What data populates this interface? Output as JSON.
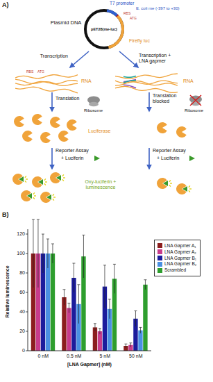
{
  "diagram": {
    "nodes": [
      {
        "text": [
          "pET28(me-luc)"
        ]
      }
    ],
    "labels": [
      "A)",
      "Plasmid DNA",
      "T7 promoter",
      "E. coli me (-397 to +30)",
      "RBS",
      "ATG",
      "Firefly luc",
      "Transcription",
      "Transcription + LNA gapmer",
      "RBS",
      "ATG",
      "RNA",
      "RNA",
      "Translation",
      "Ribosome",
      "Translation blocked",
      "Ribosome",
      "Luciferase",
      "Reporter Assay",
      "+ Luciferin",
      "Reporter Assay",
      "+ Luciferin",
      "Oxy-luciferin + luminescence",
      "B)",
      "0",
      "20",
      "40",
      "60",
      "80",
      "100",
      "120",
      "Relative luminescence",
      "0 nM",
      "0.5 nM",
      "5 nM",
      "50 nM",
      "[LNA Gapmer] (nM)"
    ],
    "legend": [
      {
        "text": "LNA Gapmer A₁",
        "color": "#8b1e1e"
      },
      {
        "text": "LNA Gapmer A₂",
        "color": "#c83c8c"
      },
      {
        "text": "LNA Gapmer B₁",
        "color": "#1c1c9c"
      },
      {
        "text": "LNA Gapmer B₂",
        "color": "#4a90e2"
      },
      {
        "text": "Scrambled",
        "color": "#2e9e2e"
      }
    ]
  }
}
